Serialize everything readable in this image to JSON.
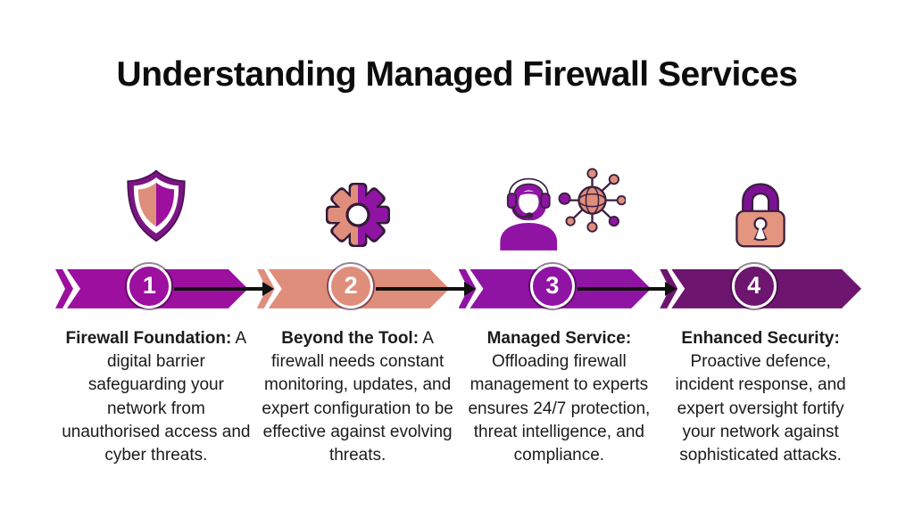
{
  "title": "Understanding Managed Firewall Services",
  "steps": [
    {
      "number": "1",
      "icon": "shield-icon",
      "heading": "Firewall Foundation:",
      "body": "A digital barrier safeguarding your network from unauthorised access and cyber threats.",
      "color": "#9C0F9F"
    },
    {
      "number": "2",
      "icon": "gear-icon",
      "heading": "Beyond the Tool:",
      "body": "A firewall needs constant monitoring, updates, and expert configuration to be effective against evolving threats.",
      "color": "#DF8E7B"
    },
    {
      "number": "3",
      "icon": "support-agent-network-icon",
      "heading": "Managed Service:",
      "body": "Offloading firewall management to experts ensures 24/7 protection, threat intelligence, and compliance.",
      "color": "#8F14A4"
    },
    {
      "number": "4",
      "icon": "padlock-icon",
      "heading": "Enhanced Security:",
      "body": "Proactive defence, incident response, and expert oversight fortify your network against sophisticated attacks.",
      "color": "#6D156F"
    }
  ],
  "colors": {
    "magenta": "#9C0F9F",
    "salmon": "#DF8E7B",
    "purple": "#8F14A4",
    "darkpurple": "#6D156F",
    "outline": "#3A1F3C",
    "shield": "#7A1583",
    "shackle": "#7C1195",
    "lockbody": "#E39580",
    "arrow": "#111111",
    "text": "#1B1B1B",
    "ink": "#0D0D0D"
  }
}
